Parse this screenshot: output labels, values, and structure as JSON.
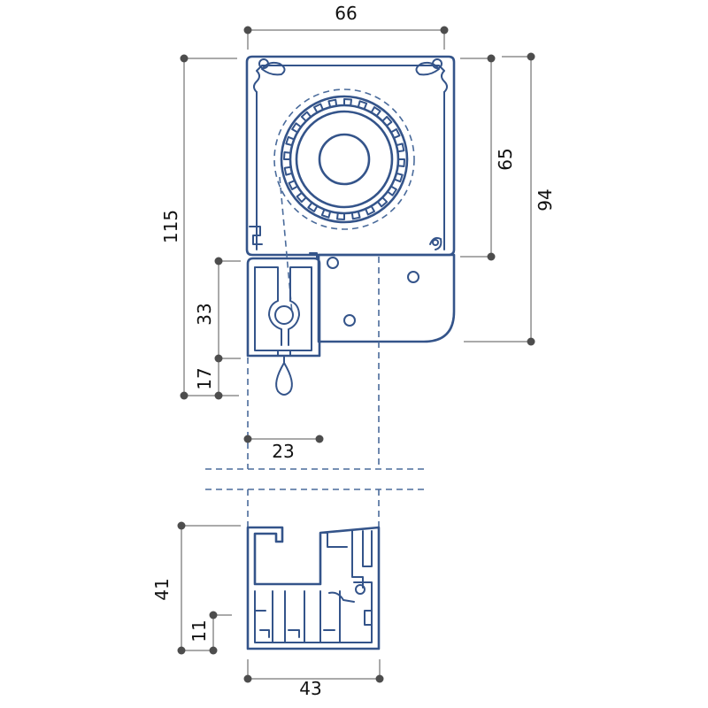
{
  "diagram": {
    "stroke_color": "#34548a",
    "dimension_color": "#555555",
    "dimensions": {
      "top_width": "66",
      "total_height": "115",
      "box_height_right": "65",
      "side_plate_height": "94",
      "slat_height": "33",
      "slat_bottom_offset": "17",
      "slat_width": "23",
      "bottom_rail_height": "41",
      "bottom_rail_lower": "11",
      "bottom_rail_width": "43"
    }
  }
}
